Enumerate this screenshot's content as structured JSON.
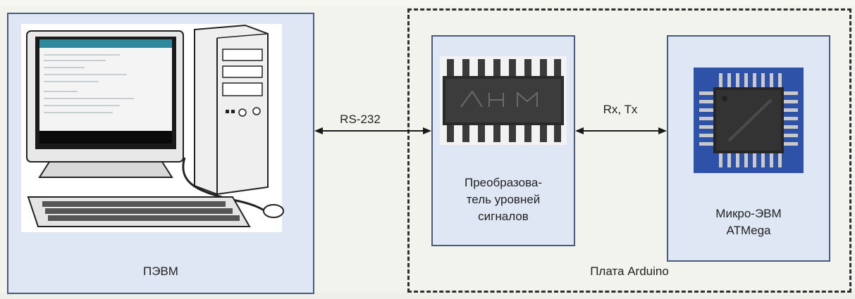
{
  "pc": {
    "label": "ПЭВМ"
  },
  "board": {
    "label": "Плата Arduino"
  },
  "converter": {
    "label_lines": [
      "Преобразова-",
      "тель уровней",
      "сигналов"
    ]
  },
  "mcu": {
    "label_lines": [
      "Микро-ЭВМ",
      "ATMega"
    ]
  },
  "links": {
    "rs232": "RS-232",
    "rxtx": "Rx, Tx"
  },
  "colors": {
    "box_fill": "#dfe7f5",
    "box_border": "#4a5a7a",
    "background": "#f3f3ee",
    "dashed_border": "#2f2f2f"
  }
}
